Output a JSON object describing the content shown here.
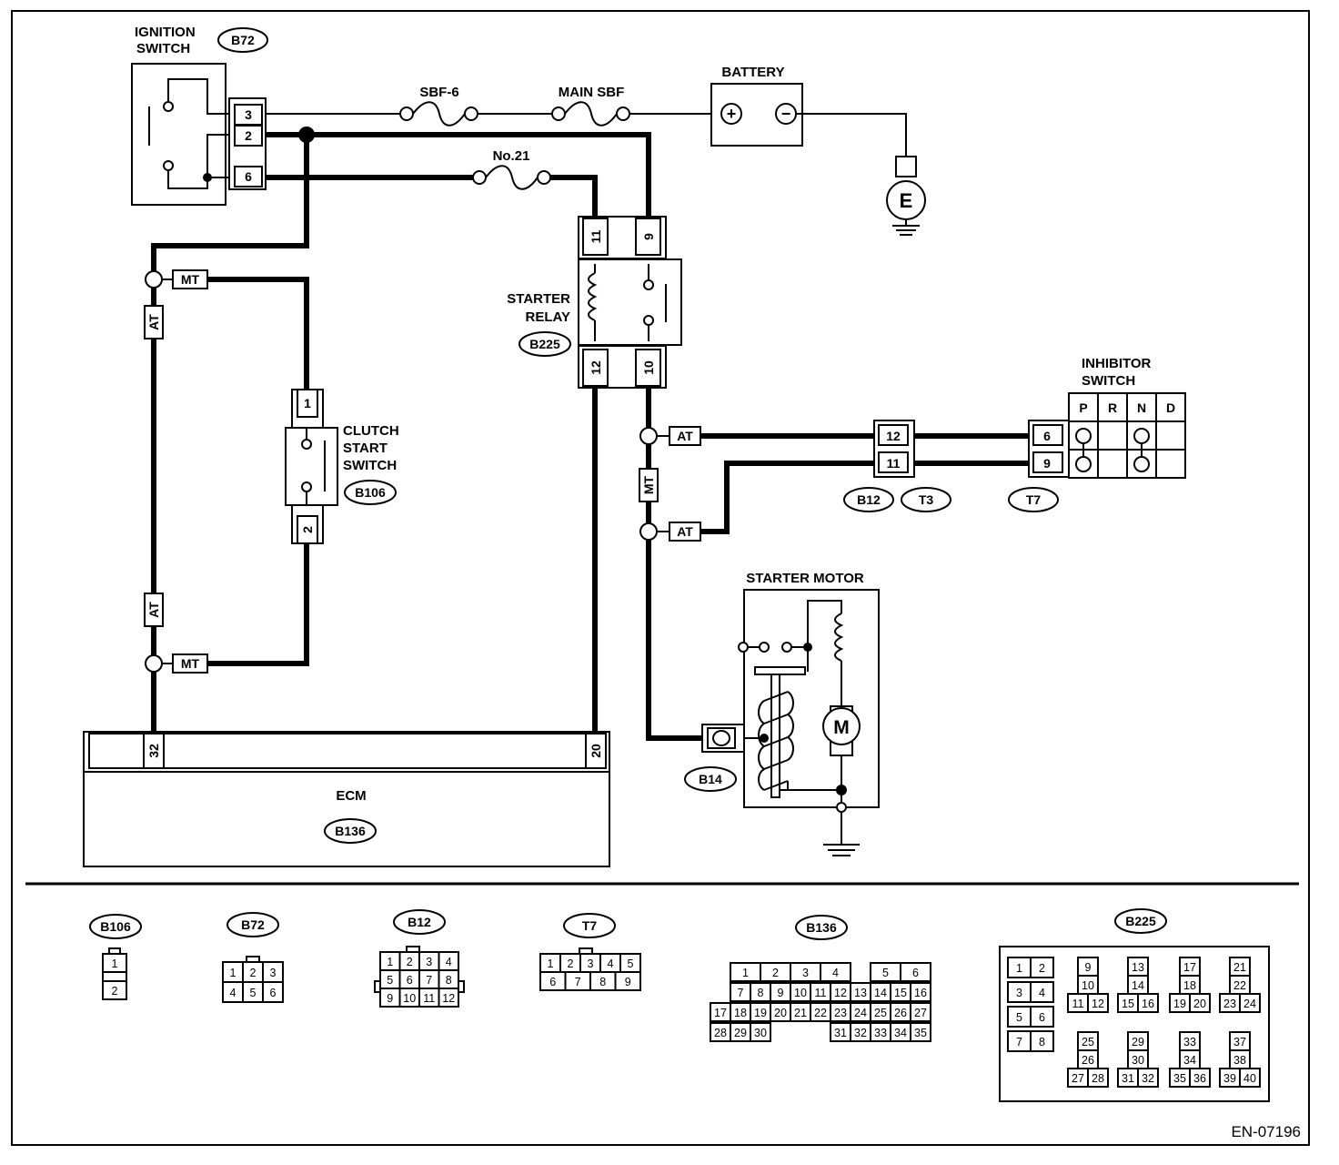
{
  "labels": {
    "ignition_switch": [
      "IGNITION",
      "SWITCH"
    ],
    "battery": "BATTERY",
    "sbf6": "SBF-6",
    "main_sbf": "MAIN SBF",
    "fuse21": "No.21",
    "starter_relay": [
      "STARTER",
      "RELAY"
    ],
    "clutch_switch": [
      "CLUTCH",
      "START",
      "SWITCH"
    ],
    "inhibitor_switch": [
      "INHIBITOR",
      "SWITCH"
    ],
    "starter_motor": "STARTER MOTOR",
    "ecm": "ECM",
    "ground": "E",
    "motor": "M",
    "plus": "+",
    "minus": "−",
    "at": "AT",
    "mt": "MT",
    "footer_code": "EN-07196"
  },
  "connector_ids": {
    "B72": "B72",
    "B225": "B225",
    "B106": "B106",
    "B12": "B12",
    "T3": "T3",
    "T7": "T7",
    "B14": "B14",
    "B136": "B136"
  },
  "pins": {
    "ign": [
      "3",
      "2",
      "6"
    ],
    "relay_top": [
      "11",
      "9"
    ],
    "relay_bottom": [
      "12",
      "10"
    ],
    "clutch": [
      "1",
      "2"
    ],
    "b12": [
      "12",
      "11"
    ],
    "t7": [
      "6",
      "9"
    ],
    "ecm": [
      "32",
      "20"
    ]
  },
  "inhibitor_positions": [
    "P",
    "R",
    "N",
    "D"
  ],
  "connector_faces": {
    "B106": [
      "1",
      "2"
    ],
    "B72": [
      "1",
      "2",
      "3",
      "4",
      "5",
      "6"
    ],
    "B12": [
      "1",
      "2",
      "3",
      "4",
      "5",
      "6",
      "7",
      "8",
      "9",
      "10",
      "11",
      "12"
    ],
    "T7": [
      "1",
      "2",
      "3",
      "4",
      "5",
      "6",
      "7",
      "8",
      "9"
    ],
    "B136": [
      "1",
      "2",
      "3",
      "4",
      "5",
      "6",
      "7",
      "8",
      "9",
      "10",
      "11",
      "12",
      "13",
      "14",
      "15",
      "16",
      "17",
      "18",
      "19",
      "20",
      "21",
      "22",
      "23",
      "24",
      "25",
      "26",
      "27",
      "28",
      "29",
      "30",
      "31",
      "32",
      "33",
      "34",
      "35"
    ],
    "B225": [
      "1",
      "2",
      "3",
      "4",
      "5",
      "6",
      "7",
      "8",
      "9",
      "10",
      "11",
      "12",
      "13",
      "14",
      "15",
      "16",
      "17",
      "18",
      "19",
      "20",
      "21",
      "22",
      "23",
      "24",
      "25",
      "26",
      "27",
      "28",
      "29",
      "30",
      "31",
      "32",
      "33",
      "34",
      "35",
      "36",
      "37",
      "38",
      "39",
      "40"
    ]
  }
}
